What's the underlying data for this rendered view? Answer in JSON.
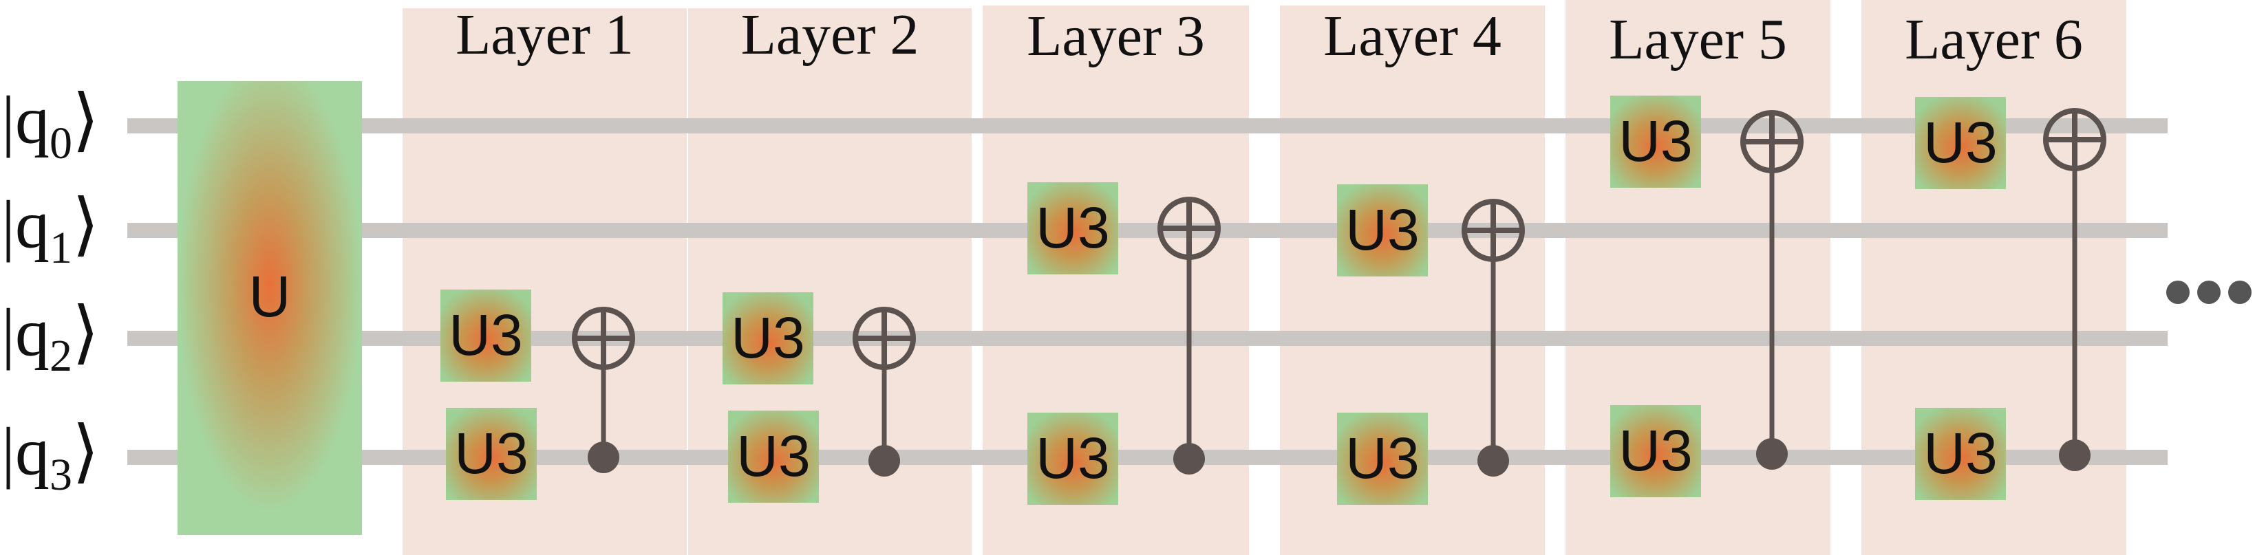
{
  "initial_gate": {
    "label": "U"
  },
  "qubits": [
    {
      "name": "q",
      "index": "0"
    },
    {
      "name": "q",
      "index": "1"
    },
    {
      "name": "q",
      "index": "2"
    },
    {
      "name": "q",
      "index": "3"
    }
  ],
  "gate_label": "U3",
  "layers": [
    {
      "title": "Layer 1",
      "u3_qubits": [
        2,
        3
      ],
      "target": 2,
      "control": 3
    },
    {
      "title": "Layer 2",
      "u3_qubits": [
        2,
        3
      ],
      "target": 2,
      "control": 3
    },
    {
      "title": "Layer 3",
      "u3_qubits": [
        1,
        3
      ],
      "target": 1,
      "control": 3
    },
    {
      "title": "Layer 4",
      "u3_qubits": [
        1,
        3
      ],
      "target": 1,
      "control": 3
    },
    {
      "title": "Layer 5",
      "u3_qubits": [
        0,
        3
      ],
      "target": 0,
      "control": 3
    },
    {
      "title": "Layer 6",
      "u3_qubits": [
        0,
        3
      ],
      "target": 0,
      "control": 3
    }
  ],
  "continuation": "•••",
  "colors": {
    "layer_bg": "#f3e3da",
    "wire": "#c9c6c3",
    "gate_green": "#9ecf95",
    "gate_orange": "#e8703a",
    "control_line": "#5c5350"
  }
}
